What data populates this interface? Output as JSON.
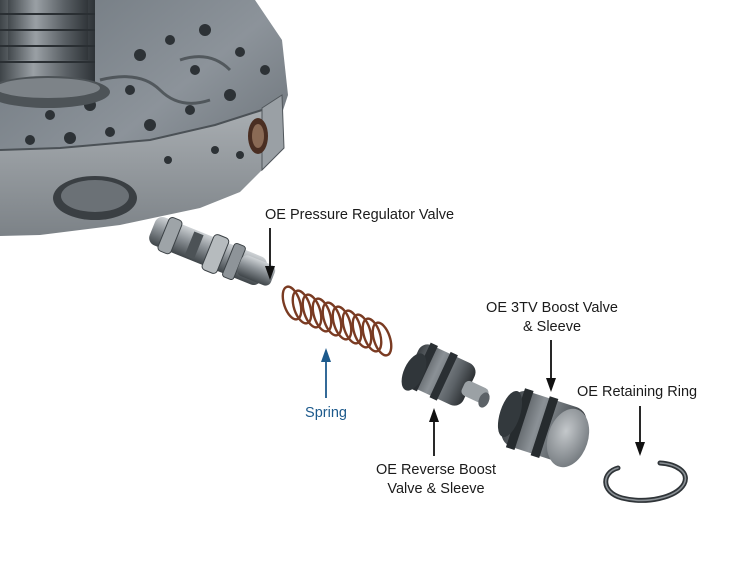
{
  "labels": {
    "pressure_regulator": "OE Pressure Regulator Valve",
    "spring": "Spring",
    "reverse_boost_line1": "OE Reverse Boost",
    "reverse_boost_line2": "Valve & Sleeve",
    "tv_boost_line1": "OE 3TV Boost Valve",
    "tv_boost_line2": "& Sleeve",
    "retaining_ring": "OE Retaining Ring"
  },
  "colors": {
    "label_text": "#1b1b1b",
    "spring_label": "#1d5a8c",
    "spring_arrow": "#1d5a8c",
    "arrow": "#111111",
    "metal": "#8f9499",
    "spring_wire": "#7a3b22"
  }
}
